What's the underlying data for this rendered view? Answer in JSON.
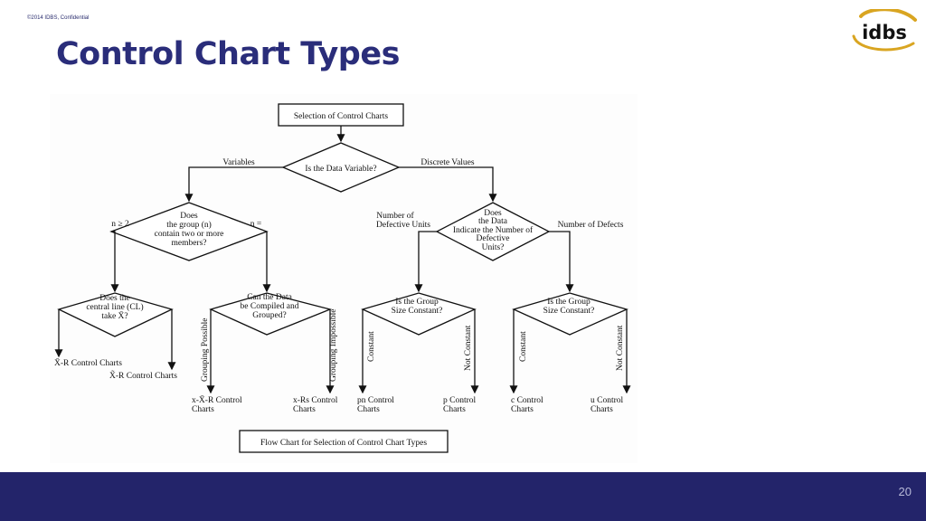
{
  "header": {
    "copyright": "©2014 IDBS, Confidential",
    "title": "Control Chart Types",
    "logo_text": "idbs"
  },
  "flowchart": {
    "top_box": "Selection of Control Charts",
    "root_decision": "Is the Data Variable?",
    "branch_variables": "Variables",
    "branch_discrete": "Discrete Values",
    "group_decision": [
      "Does",
      "the group (n)",
      "contain two or more",
      "members?"
    ],
    "branch_n_ge_2": "n ≥ 2",
    "branch_n_eq": "n =",
    "cl_decision": [
      "Does the",
      "central line (CL)",
      "take X̄?"
    ],
    "result_xbar_r": "X̄-R Control Charts",
    "result_x_tilde_r": "X̃-R Control Charts",
    "compile_decision": [
      "Can the Data",
      "be Compiled and",
      "Grouped?"
    ],
    "branch_grouping_possible": "Grouping Possible",
    "branch_grouping_impossible": "Grouping Impossible",
    "result_x_xbar_r": [
      "x-X̄-R Control",
      "Charts"
    ],
    "result_x_rs": [
      "x-Rs Control",
      "Charts"
    ],
    "defective_decision": [
      "Does",
      "the Data",
      "Indicate the Number of",
      "Defective",
      "Units?"
    ],
    "branch_defective_units": [
      "Number of",
      "Defective Units"
    ],
    "branch_defects": "Number of Defects",
    "size_decision_left": [
      "Is the Group",
      "Size Constant?"
    ],
    "size_decision_right": [
      "Is the Group",
      "Size Constant?"
    ],
    "branch_constant": "Constant",
    "branch_not_constant": "Not Constant",
    "result_pn": [
      "pn Control",
      "Charts"
    ],
    "result_p": [
      "p Control",
      "Charts"
    ],
    "result_c": [
      "c Control",
      "Charts"
    ],
    "result_u": [
      "u Control",
      "Charts"
    ],
    "caption": "Flow Chart for Selection of Control Chart Types"
  },
  "footer": {
    "page_number": "20"
  },
  "colors": {
    "navy": "#23246a",
    "title": "#2a2d7a",
    "logo_gold": "#d9a521",
    "logo_navy": "#1f2a6b"
  }
}
